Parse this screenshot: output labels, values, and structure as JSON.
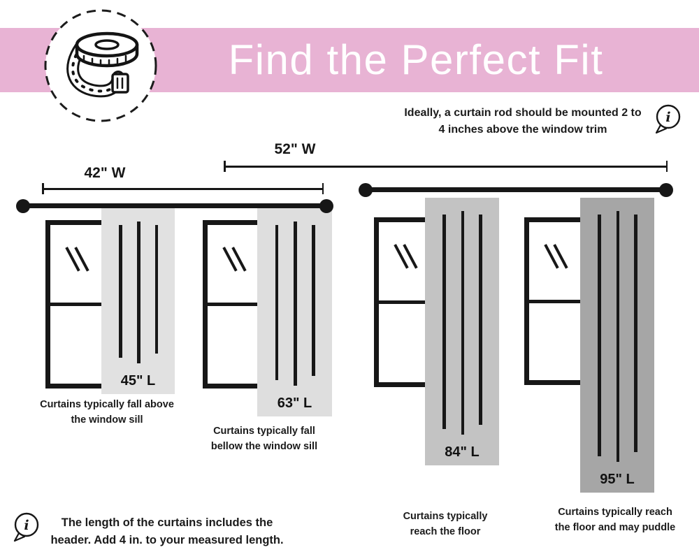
{
  "title": "Find the Perfect Fit",
  "tips": {
    "rod_mounting": "Ideally, a curtain rod should be mounted 2 to 4 inches above the window trim",
    "length_note": "The length of the curtains includes the header. Add 4 in. to your measured length."
  },
  "measurements": {
    "rod1_width": "42\" W",
    "rod2_width": "52\" W"
  },
  "curtains": [
    {
      "length": "45\" L",
      "caption": "Curtains typically fall above the window sill",
      "shade": "#e1e1e1"
    },
    {
      "length": "63\" L",
      "caption": "Curtains typically fall bellow the window sill",
      "shade": "#dedede"
    },
    {
      "length": "84\" L",
      "caption": "Curtains typically reach the floor",
      "shade": "#c3c3c3"
    },
    {
      "length": "95\" L",
      "caption": "Curtains typically reach the floor and may puddle",
      "shade": "#a6a6a6"
    }
  ],
  "icons": {
    "badge": "measuring-tape-icon",
    "tip": "info-speech-bubble-icon"
  },
  "colors": {
    "banner_pink": "#e8b3d4",
    "ink": "#171717",
    "background": "#ffffff"
  }
}
